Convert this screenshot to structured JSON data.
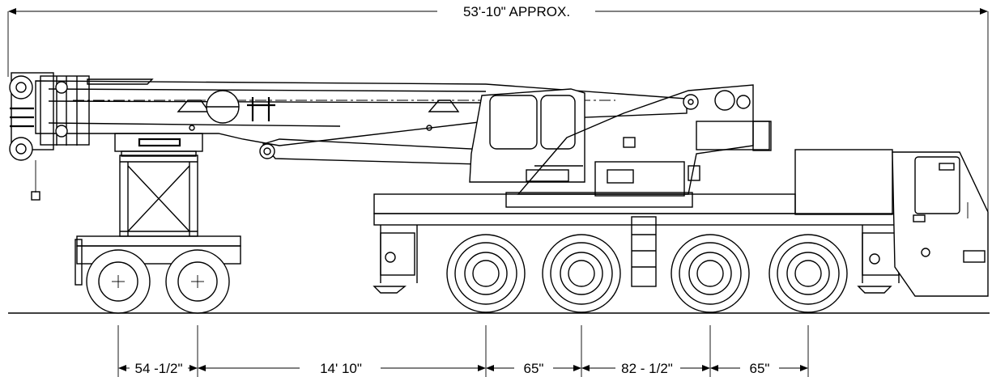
{
  "diagram": {
    "overall_length": "53'-10\" APPROX.",
    "dimensions": [
      "54 -1/2\"",
      "14' 10\"",
      "65\"",
      "82 - 1/2\"",
      "65\""
    ]
  }
}
